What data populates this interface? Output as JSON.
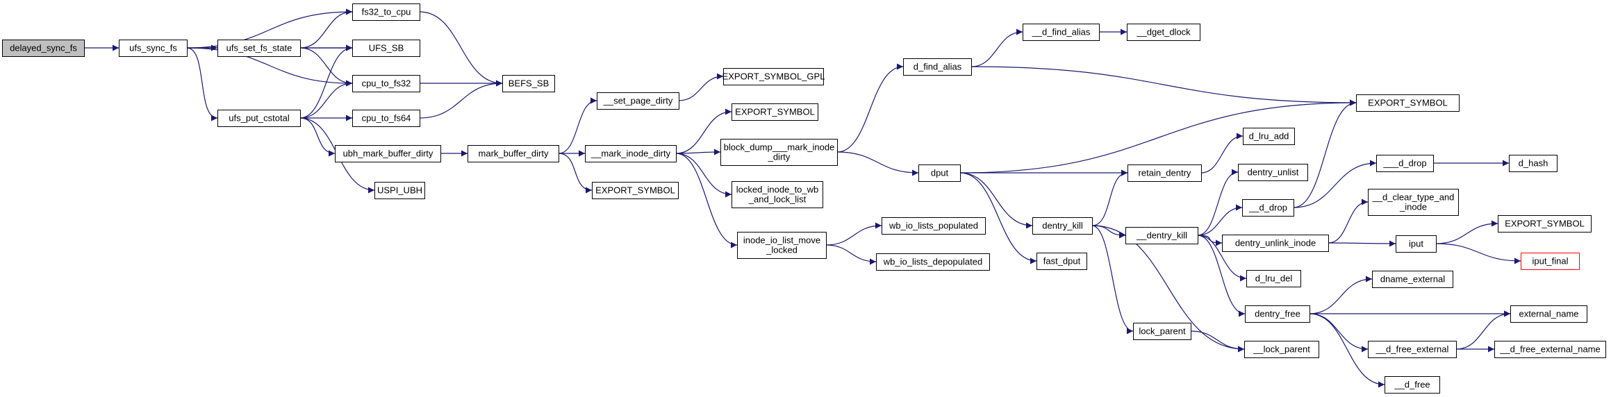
{
  "graph": {
    "colors": {
      "edge": "#191970",
      "root_fill": "#bfbfbf",
      "node_border": "#000000",
      "highlight_border": "#ff0000"
    },
    "nodes": [
      {
        "id": "delayed_sync_fs",
        "lines": [
          "delayed_sync_fs"
        ],
        "style": "root"
      },
      {
        "id": "ufs_sync_fs",
        "lines": [
          "ufs_sync_fs"
        ]
      },
      {
        "id": "ufs_set_fs_state",
        "lines": [
          "ufs_set_fs_state"
        ]
      },
      {
        "id": "ufs_put_cstotal",
        "lines": [
          "ufs_put_cstotal"
        ]
      },
      {
        "id": "fs32_to_cpu",
        "lines": [
          "fs32_to_cpu"
        ]
      },
      {
        "id": "UFS_SB",
        "lines": [
          "UFS_SB"
        ]
      },
      {
        "id": "cpu_to_fs32",
        "lines": [
          "cpu_to_fs32"
        ]
      },
      {
        "id": "cpu_to_fs64",
        "lines": [
          "cpu_to_fs64"
        ]
      },
      {
        "id": "BEFS_SB",
        "lines": [
          "BEFS_SB"
        ]
      },
      {
        "id": "ubh_mark_buffer_dirty",
        "lines": [
          "ubh_mark_buffer_dirty"
        ]
      },
      {
        "id": "USPI_UBH",
        "lines": [
          "USPI_UBH"
        ]
      },
      {
        "id": "mark_buffer_dirty",
        "lines": [
          "mark_buffer_dirty"
        ]
      },
      {
        "id": "__set_page_dirty",
        "lines": [
          "__set_page_dirty"
        ]
      },
      {
        "id": "EXPORT_SYMBOL_GPL",
        "lines": [
          "EXPORT_SYMBOL_GPL"
        ]
      },
      {
        "id": "__mark_inode_dirty",
        "lines": [
          "__mark_inode_dirty"
        ]
      },
      {
        "id": "EXPORT_SYMBOL_a",
        "lines": [
          "EXPORT_SYMBOL"
        ]
      },
      {
        "id": "EXPORT_SYMBOL_b",
        "lines": [
          "EXPORT_SYMBOL"
        ]
      },
      {
        "id": "block_dump___mark_inode_dirty",
        "lines": [
          "block_dump___mark_inode",
          "_dirty"
        ]
      },
      {
        "id": "locked_inode_to_wb_and_lock_list",
        "lines": [
          "locked_inode_to_wb",
          "_and_lock_list"
        ]
      },
      {
        "id": "inode_io_list_move_locked",
        "lines": [
          "inode_io_list_move",
          "_locked"
        ]
      },
      {
        "id": "wb_io_lists_populated",
        "lines": [
          "wb_io_lists_populated"
        ]
      },
      {
        "id": "wb_io_lists_depopulated",
        "lines": [
          "wb_io_lists_depopulated"
        ]
      },
      {
        "id": "d_find_alias",
        "lines": [
          "d_find_alias"
        ]
      },
      {
        "id": "__d_find_alias",
        "lines": [
          "__d_find_alias"
        ]
      },
      {
        "id": "__dget_dlock",
        "lines": [
          "__dget_dlock"
        ]
      },
      {
        "id": "EXPORT_SYMBOL_c",
        "lines": [
          "EXPORT_SYMBOL"
        ]
      },
      {
        "id": "dput",
        "lines": [
          "dput"
        ]
      },
      {
        "id": "retain_dentry",
        "lines": [
          "retain_dentry"
        ]
      },
      {
        "id": "d_lru_add",
        "lines": [
          "d_lru_add"
        ]
      },
      {
        "id": "dentry_kill",
        "lines": [
          "dentry_kill"
        ]
      },
      {
        "id": "fast_dput",
        "lines": [
          "fast_dput"
        ]
      },
      {
        "id": "__dentry_kill",
        "lines": [
          "__dentry_kill"
        ]
      },
      {
        "id": "lock_parent",
        "lines": [
          "lock_parent"
        ]
      },
      {
        "id": "__lock_parent",
        "lines": [
          "__lock_parent"
        ]
      },
      {
        "id": "dentry_unlist",
        "lines": [
          "dentry_unlist"
        ]
      },
      {
        "id": "__d_drop_small",
        "lines": [
          "__d_drop"
        ]
      },
      {
        "id": "___d_drop",
        "lines": [
          "___d_drop"
        ]
      },
      {
        "id": "d_hash",
        "lines": [
          "d_hash"
        ]
      },
      {
        "id": "__d_clear_type_and_inode",
        "lines": [
          "__d_clear_type_and",
          "_inode"
        ]
      },
      {
        "id": "dentry_unlink_inode",
        "lines": [
          "dentry_unlink_inode"
        ]
      },
      {
        "id": "iput",
        "lines": [
          "iput"
        ]
      },
      {
        "id": "EXPORT_SYMBOL_d",
        "lines": [
          "EXPORT_SYMBOL"
        ]
      },
      {
        "id": "iput_final",
        "lines": [
          "iput_final"
        ],
        "style": "red"
      },
      {
        "id": "d_lru_del",
        "lines": [
          "d_lru_del"
        ]
      },
      {
        "id": "dentry_free",
        "lines": [
          "dentry_free"
        ]
      },
      {
        "id": "dname_external",
        "lines": [
          "dname_external"
        ]
      },
      {
        "id": "external_name",
        "lines": [
          "external_name"
        ]
      },
      {
        "id": "__d_free_external",
        "lines": [
          "__d_free_external"
        ]
      },
      {
        "id": "__d_free_external_name",
        "lines": [
          "__d_free_external_name"
        ]
      },
      {
        "id": "__d_free",
        "lines": [
          "__d_free"
        ]
      }
    ],
    "edges": [
      [
        "delayed_sync_fs",
        "ufs_sync_fs"
      ],
      [
        "ufs_sync_fs",
        "fs32_to_cpu"
      ],
      [
        "ufs_sync_fs",
        "UFS_SB"
      ],
      [
        "ufs_sync_fs",
        "ufs_set_fs_state"
      ],
      [
        "ufs_sync_fs",
        "cpu_to_fs32"
      ],
      [
        "ufs_sync_fs",
        "ufs_put_cstotal"
      ],
      [
        "ufs_set_fs_state",
        "fs32_to_cpu"
      ],
      [
        "ufs_set_fs_state",
        "UFS_SB"
      ],
      [
        "ufs_set_fs_state",
        "cpu_to_fs32"
      ],
      [
        "ufs_put_cstotal",
        "UFS_SB"
      ],
      [
        "ufs_put_cstotal",
        "cpu_to_fs32"
      ],
      [
        "ufs_put_cstotal",
        "cpu_to_fs64"
      ],
      [
        "ufs_put_cstotal",
        "ubh_mark_buffer_dirty"
      ],
      [
        "ufs_put_cstotal",
        "USPI_UBH"
      ],
      [
        "fs32_to_cpu",
        "BEFS_SB"
      ],
      [
        "cpu_to_fs32",
        "BEFS_SB"
      ],
      [
        "cpu_to_fs64",
        "BEFS_SB"
      ],
      [
        "ubh_mark_buffer_dirty",
        "mark_buffer_dirty"
      ],
      [
        "mark_buffer_dirty",
        "__set_page_dirty"
      ],
      [
        "mark_buffer_dirty",
        "__mark_inode_dirty"
      ],
      [
        "mark_buffer_dirty",
        "EXPORT_SYMBOL_b"
      ],
      [
        "__set_page_dirty",
        "EXPORT_SYMBOL_GPL"
      ],
      [
        "__mark_inode_dirty",
        "EXPORT_SYMBOL_a"
      ],
      [
        "__mark_inode_dirty",
        "block_dump___mark_inode_dirty"
      ],
      [
        "__mark_inode_dirty",
        "locked_inode_to_wb_and_lock_list"
      ],
      [
        "__mark_inode_dirty",
        "inode_io_list_move_locked"
      ],
      [
        "inode_io_list_move_locked",
        "wb_io_lists_populated"
      ],
      [
        "inode_io_list_move_locked",
        "wb_io_lists_depopulated"
      ],
      [
        "block_dump___mark_inode_dirty",
        "d_find_alias"
      ],
      [
        "block_dump___mark_inode_dirty",
        "dput"
      ],
      [
        "d_find_alias",
        "__d_find_alias"
      ],
      [
        "d_find_alias",
        "EXPORT_SYMBOL_c"
      ],
      [
        "__d_find_alias",
        "__dget_dlock"
      ],
      [
        "dput",
        "EXPORT_SYMBOL_c"
      ],
      [
        "dput",
        "retain_dentry"
      ],
      [
        "dput",
        "dentry_kill"
      ],
      [
        "dput",
        "fast_dput"
      ],
      [
        "retain_dentry",
        "d_lru_add"
      ],
      [
        "dentry_kill",
        "retain_dentry"
      ],
      [
        "dentry_kill",
        "__dentry_kill"
      ],
      [
        "dentry_kill",
        "lock_parent"
      ],
      [
        "dentry_kill",
        "__lock_parent"
      ],
      [
        "lock_parent",
        "__lock_parent"
      ],
      [
        "__dentry_kill",
        "dentry_unlist"
      ],
      [
        "__dentry_kill",
        "__d_drop_small"
      ],
      [
        "__dentry_kill",
        "dentry_unlink_inode"
      ],
      [
        "__dentry_kill",
        "d_lru_del"
      ],
      [
        "__dentry_kill",
        "dentry_free"
      ],
      [
        "__d_drop_small",
        "___d_drop"
      ],
      [
        "__d_drop_small",
        "EXPORT_SYMBOL_c"
      ],
      [
        "___d_drop",
        "d_hash"
      ],
      [
        "dentry_unlink_inode",
        "__d_clear_type_and_inode"
      ],
      [
        "dentry_unlink_inode",
        "iput"
      ],
      [
        "iput",
        "EXPORT_SYMBOL_d"
      ],
      [
        "iput",
        "iput_final"
      ],
      [
        "dentry_free",
        "dname_external"
      ],
      [
        "dentry_free",
        "external_name"
      ],
      [
        "dentry_free",
        "__d_free_external"
      ],
      [
        "dentry_free",
        "__d_free"
      ],
      [
        "__d_free_external",
        "external_name"
      ],
      [
        "__d_free_external",
        "__d_free_external_name"
      ]
    ]
  }
}
